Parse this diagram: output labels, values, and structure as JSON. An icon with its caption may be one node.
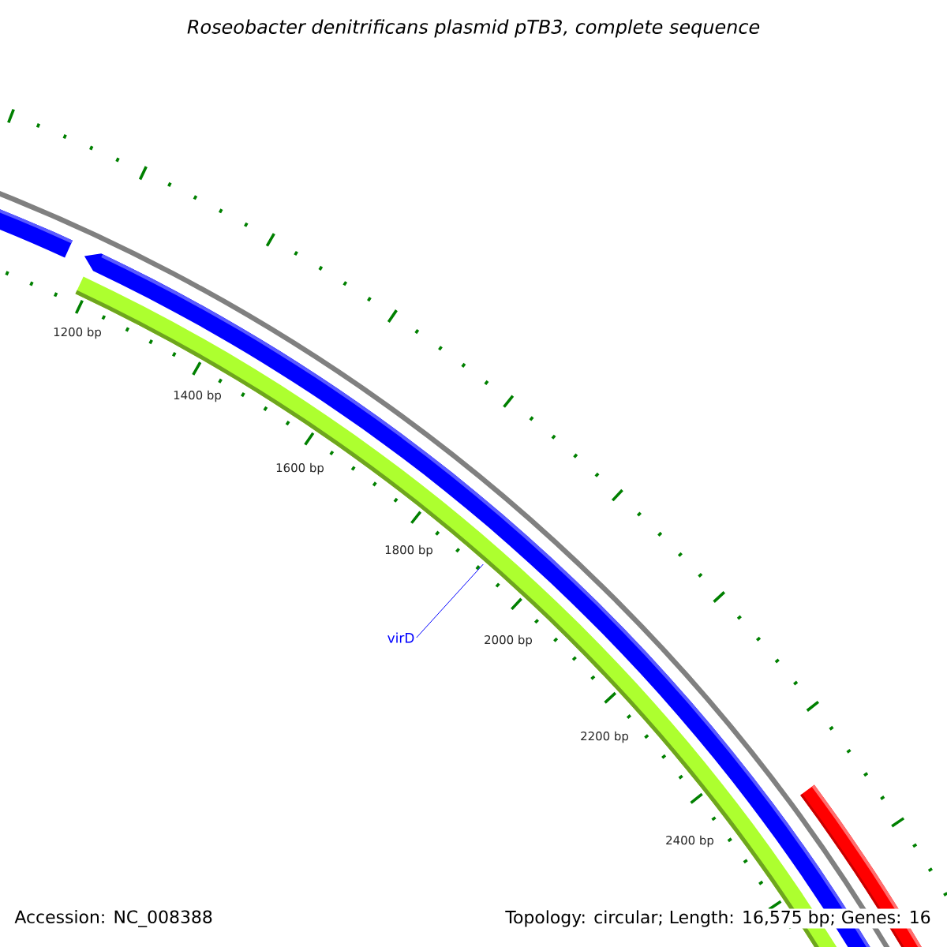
{
  "diagram": {
    "title": "Roseobacter denitrificans plasmid pTB3, complete sequence",
    "nodes": [
      {
        "text": [
          "virD"
        ]
      },
      {
        "text": [],
        "shape": "arc"
      }
    ],
    "edges": [
      {
        "from": 0,
        "to": 1,
        "arrow": "none"
      }
    ],
    "labels": [
      "1200 bp",
      "1400 bp",
      "1600 bp",
      "1800 bp",
      "2000 bp",
      "2200 bp",
      "2400 bp",
      "Accession: NC_008388",
      "Topology: circular; Length: 16,575 bp; Genes: 16"
    ]
  }
}
